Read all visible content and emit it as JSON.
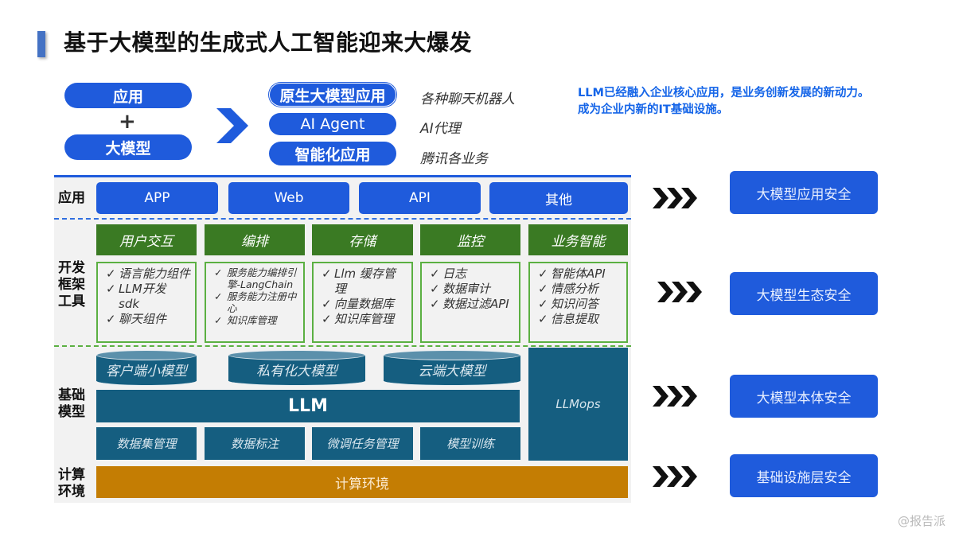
{
  "title": "基于大模型的生成式人工智能迎来大爆发",
  "formula": {
    "left": [
      "应用",
      "大模型"
    ],
    "plus": "+",
    "results": [
      {
        "label": "原生大模型应用",
        "desc": "各种聊天机器人"
      },
      {
        "label": "AI Agent",
        "desc": "AI代理"
      },
      {
        "label": "智能化应用",
        "desc": "腾讯各业务"
      }
    ]
  },
  "note": {
    "line1": "LLM已经融入企业核心应用，是业务创新发展的新动力。",
    "line2": "成为企业内新的IT基础设施。"
  },
  "stack": {
    "row_labels": {
      "app": "应用",
      "dev": "开发框架工具",
      "dev_lines": [
        "开发",
        "框架",
        "工具"
      ],
      "base_lines": [
        "基础",
        "模型"
      ],
      "compute_lines": [
        "计算",
        "环境"
      ]
    },
    "app_items": [
      "APP",
      "Web",
      "API",
      "其他"
    ],
    "dev_headers": [
      "用户交互",
      "编排",
      "存储",
      "监控",
      "业务智能"
    ],
    "dev_items": [
      [
        "语言能力组件",
        "LLM开发 sdk",
        "聊天组件"
      ],
      [
        "服务能力编排引擎-LangChain",
        "服务能力注册中心",
        "知识库管理"
      ],
      [
        "Llm 缓存管理",
        "向量数据库",
        "知识库管理"
      ],
      [
        "日志",
        "数据审计",
        "数据过滤API"
      ],
      [
        "智能体API",
        "情感分析",
        "知识问答",
        "信息提取"
      ]
    ],
    "model_types": [
      "客户端小模型",
      "私有化大模型",
      "云端大模型"
    ],
    "llm": "LLM",
    "llmops": "LLMops",
    "model_tasks": [
      "数据集管理",
      "数据标注",
      "微调任务管理",
      "模型训练"
    ],
    "compute": "计算环境"
  },
  "security": [
    "大模型应用安全",
    "大模型生态安全",
    "大模型本体安全",
    "基础设施层安全"
  ],
  "watermark": "@报告派",
  "colors": {
    "primary_blue": "#1f5bdc",
    "note_blue": "#1565e8",
    "green_header": "#3a7a23",
    "green_border": "#5bb042",
    "teal": "#155e80",
    "compute_orange": "#c47d03"
  }
}
